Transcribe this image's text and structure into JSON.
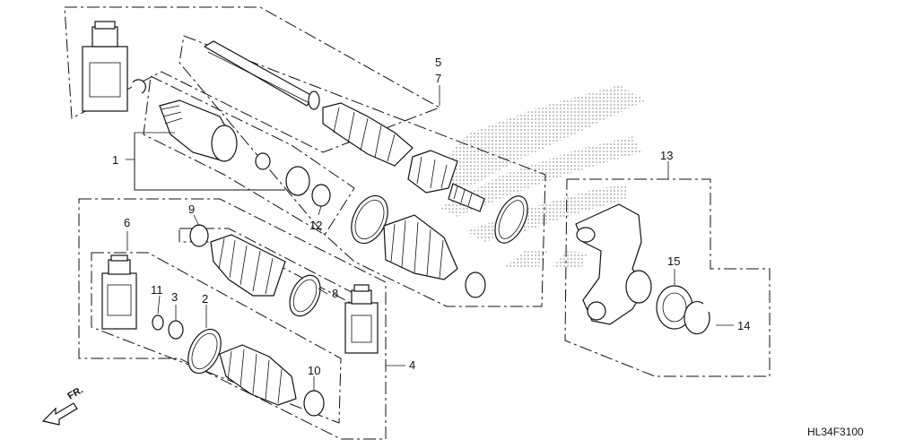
{
  "drawing_code": "HL34F3100",
  "direction_label": "FR.",
  "callouts": {
    "c1": "1",
    "c2": "2",
    "c3": "3",
    "c4": "4",
    "c5": "5",
    "c6": "6",
    "c7": "7",
    "c8": "8",
    "c9": "9",
    "c10": "10",
    "c11": "11",
    "c12": "12",
    "c13": "13",
    "c14": "14",
    "c15": "15"
  },
  "colors": {
    "line": "#111111",
    "watermark": "#9a9a9a"
  }
}
